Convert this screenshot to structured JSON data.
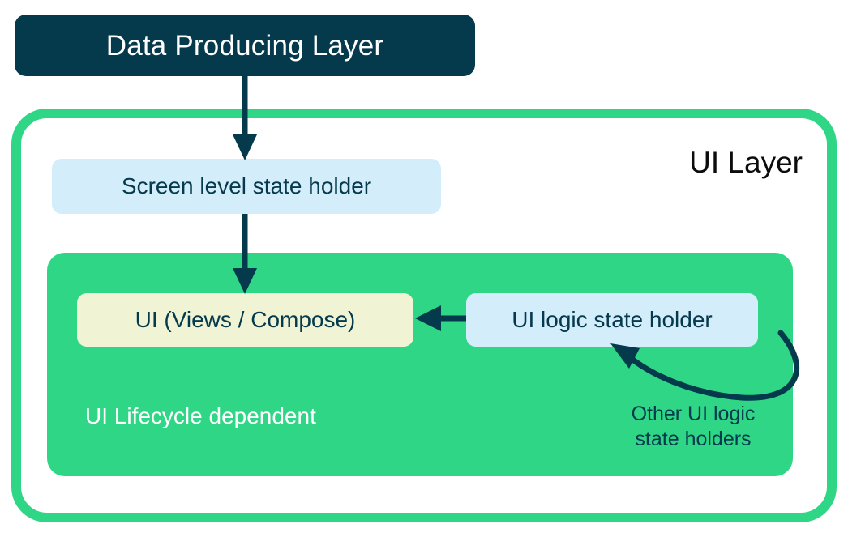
{
  "diagram": {
    "title": "Android UI Layer architecture diagram",
    "colors": {
      "dark_teal": "#05394C",
      "mint_green": "#2ED686",
      "light_blue": "#D4EDFB",
      "cream": "#F0F4D4",
      "white": "#FFFFFF",
      "black": "#0C0C0C"
    },
    "data_producing_layer": {
      "label": "Data Producing Layer"
    },
    "ui_layer": {
      "label": "UI Layer"
    },
    "screen_level_state_holder": {
      "label": "Screen level state holder"
    },
    "lifecycle_container": {
      "label": "UI Lifecycle dependent"
    },
    "ui_views_compose": {
      "label": "UI (Views / Compose)"
    },
    "ui_logic_state_holder": {
      "label": "UI logic state holder"
    },
    "other_ui_logic_state_holders": {
      "line1": "Other UI logic",
      "line2": "state holders"
    },
    "arrows": [
      {
        "name": "data-producing-to-screen-state",
        "from": "Data Producing Layer",
        "to": "Screen level state holder",
        "direction": "down"
      },
      {
        "name": "screen-state-to-ui",
        "from": "Screen level state holder",
        "to": "UI (Views / Compose)",
        "direction": "down"
      },
      {
        "name": "ui-logic-to-ui",
        "from": "UI logic state holder",
        "to": "UI (Views / Compose)",
        "direction": "left"
      },
      {
        "name": "ui-logic-self-loop",
        "from": "UI logic state holder",
        "to": "UI logic state holder",
        "direction": "curved-loop"
      }
    ]
  }
}
